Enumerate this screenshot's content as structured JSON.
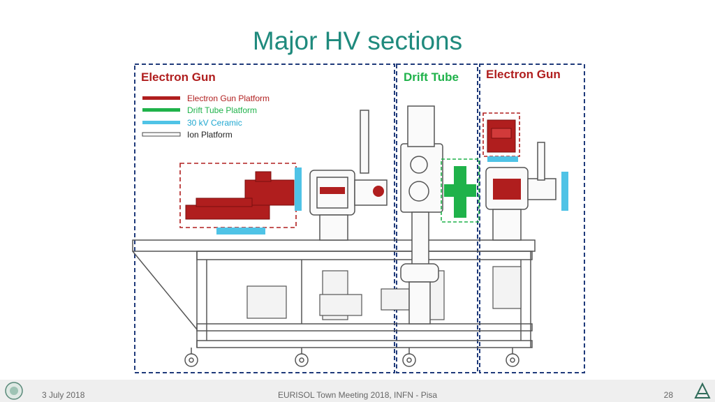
{
  "slide": {
    "title": "Major HV sections"
  },
  "figure": {
    "section_labels": {
      "left": "Electron Gun",
      "middle": "Drift Tube",
      "right": "Electron Gun"
    },
    "legend": [
      {
        "label": "Electron Gun Platform",
        "color": "#b01e1e"
      },
      {
        "label": "Drift Tube Platform",
        "color": "#1fb24a"
      },
      {
        "label": "30 kV Ceramic",
        "color": "#4fc3e6"
      },
      {
        "label": "Ion Platform",
        "color": "#ffffff"
      }
    ],
    "colors": {
      "section_border": "#1f3a7a",
      "gun_red": "#b01e1e",
      "drift_green": "#1fb24a",
      "ceramic_blue": "#4fc3e6",
      "machine_gray": "#555555"
    }
  },
  "footer": {
    "date": "3 July 2018",
    "event": "EURISOL Town Meeting 2018, INFN - Pisa",
    "page": "28"
  },
  "logos": {
    "left": "institute-seal-icon",
    "right": "infn-logo-icon"
  }
}
